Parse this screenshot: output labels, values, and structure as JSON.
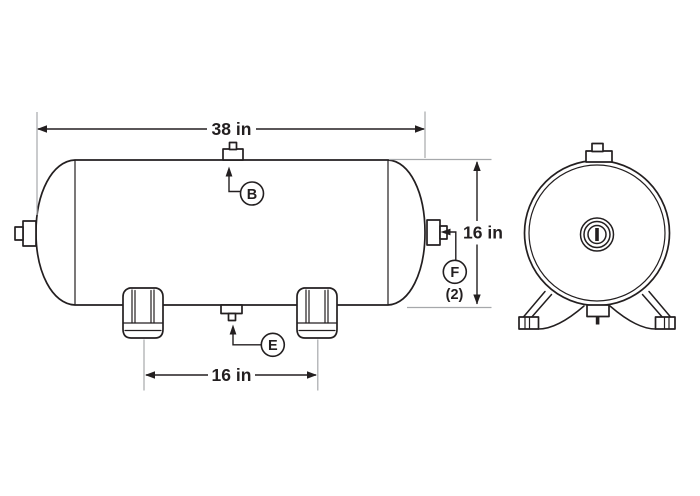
{
  "colors": {
    "line": "#231f20",
    "extension": "#a6a8ab",
    "background": "#ffffff"
  },
  "dims": {
    "length": "38 in",
    "diameter": "16 in",
    "leg_spacing": "16 in"
  },
  "callouts": {
    "top_port": {
      "label": "B"
    },
    "bottom_port": {
      "label": "E"
    },
    "end_ports": {
      "label": "F",
      "qty": "(2)"
    }
  }
}
